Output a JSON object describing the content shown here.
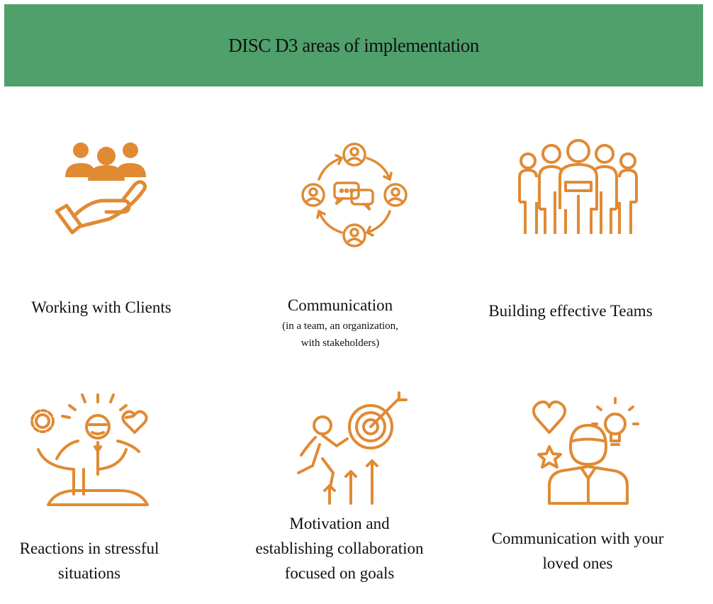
{
  "title": "DISC D3 areas of implementation",
  "accent_color": "#e08a34",
  "banner_color": "#4fa06b",
  "areas": [
    {
      "label": "Working with Clients",
      "icon": "hand-holding-people-icon"
    },
    {
      "label": "Communication",
      "sublabel_1": "(in a team, an organization,",
      "sublabel_2": "with stakeholders)",
      "icon": "communication-cycle-icon"
    },
    {
      "label": "Building effective Teams",
      "icon": "team-icon"
    },
    {
      "label_1": "Reactions in stressful",
      "label_2": "situations",
      "icon": "meditation-icon"
    },
    {
      "label_1": "Motivation and",
      "label_2": "establishing collaboration",
      "label_3": "focused on goals",
      "icon": "goal-runner-icon"
    },
    {
      "label_1": "Communication with your",
      "label_2": "loved ones",
      "icon": "person-heart-idea-icon"
    }
  ]
}
